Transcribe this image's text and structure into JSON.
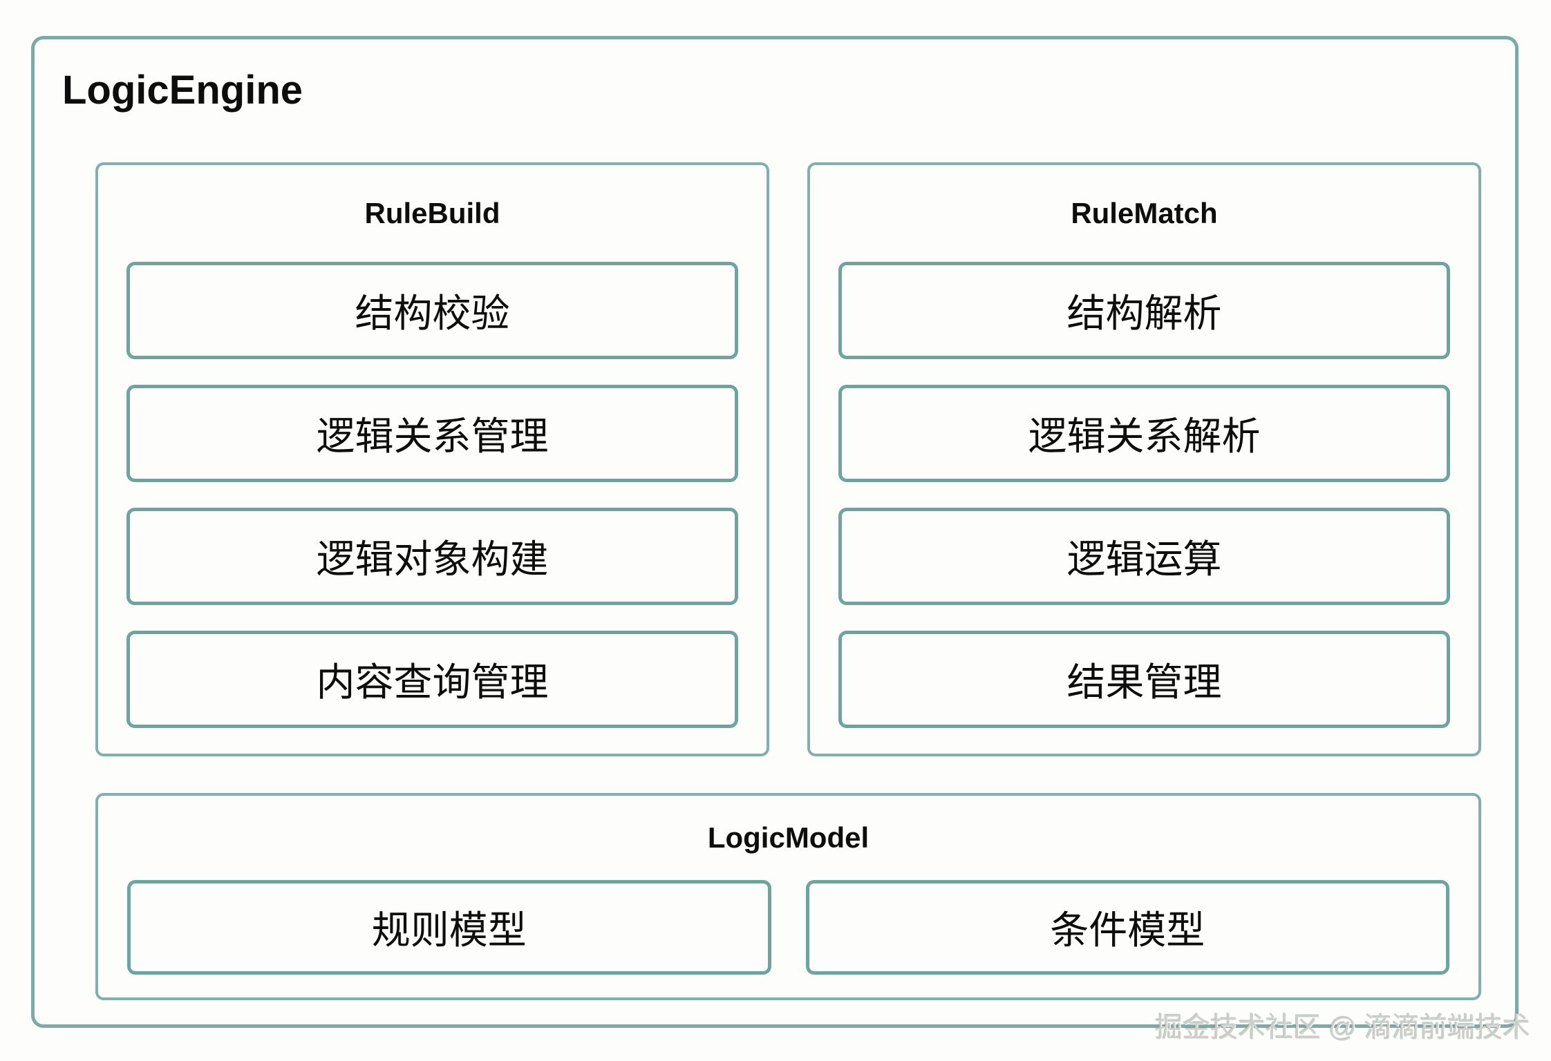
{
  "diagram": {
    "title": "LogicEngine",
    "panels": [
      {
        "id": "rulebuild",
        "title": "RuleBuild",
        "items": [
          "结构校验",
          "逻辑关系管理",
          "逻辑对象构建",
          "内容查询管理"
        ]
      },
      {
        "id": "rulematch",
        "title": "RuleMatch",
        "items": [
          "结构解析",
          "逻辑关系解析",
          "逻辑运算",
          "结果管理"
        ]
      },
      {
        "id": "logicmodel",
        "title": "LogicModel",
        "items": [
          "规则模型",
          "条件模型"
        ]
      }
    ],
    "watermark": "掘金技术社区 @ 滴滴前端技术",
    "colors": {
      "outer_border": "#7aaba6",
      "panel_border": "#7fb0ab",
      "item_border": "#6ba59d",
      "text": "#0d0d0d",
      "watermark": "#ccd0cb",
      "background": "#fdfdfc"
    }
  }
}
